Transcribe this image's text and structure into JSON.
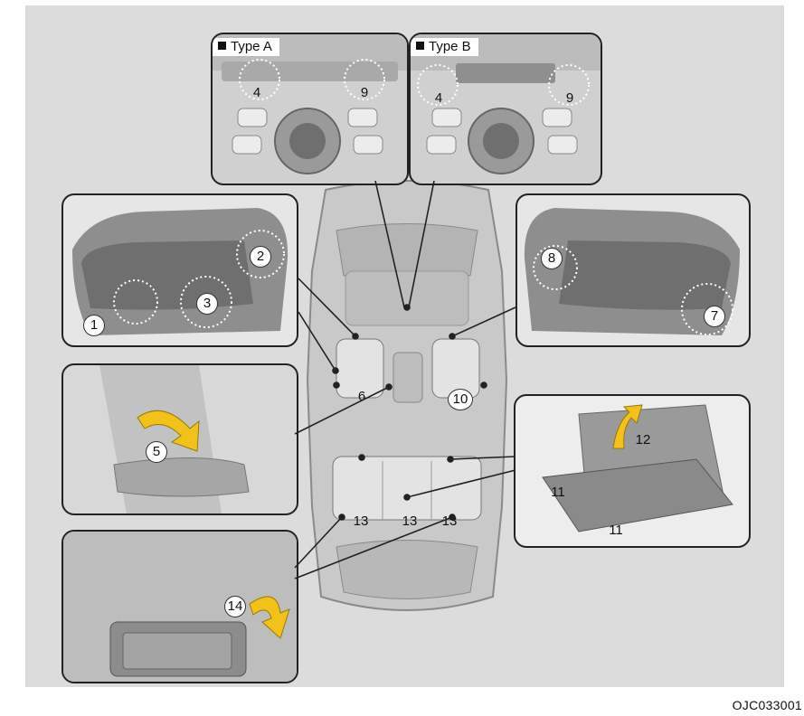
{
  "type_a_label": "Type A",
  "type_b_label": "Type B",
  "callouts": {
    "n1": "1",
    "n2": "2",
    "n3": "3",
    "n4a": "4",
    "n4b": "4",
    "n5": "5",
    "n6": "6",
    "n7": "7",
    "n8": "8",
    "n9a": "9",
    "n9b": "9",
    "n10": "10",
    "n11a": "11",
    "n11b": "11",
    "n12": "12",
    "n13a": "13",
    "n13b": "13",
    "n13c": "13",
    "n14": "14"
  },
  "caption": "OJC033001",
  "colors": {
    "frame": "#dcdcdc",
    "arrow": "#f2c21b",
    "outline": "#222222"
  }
}
